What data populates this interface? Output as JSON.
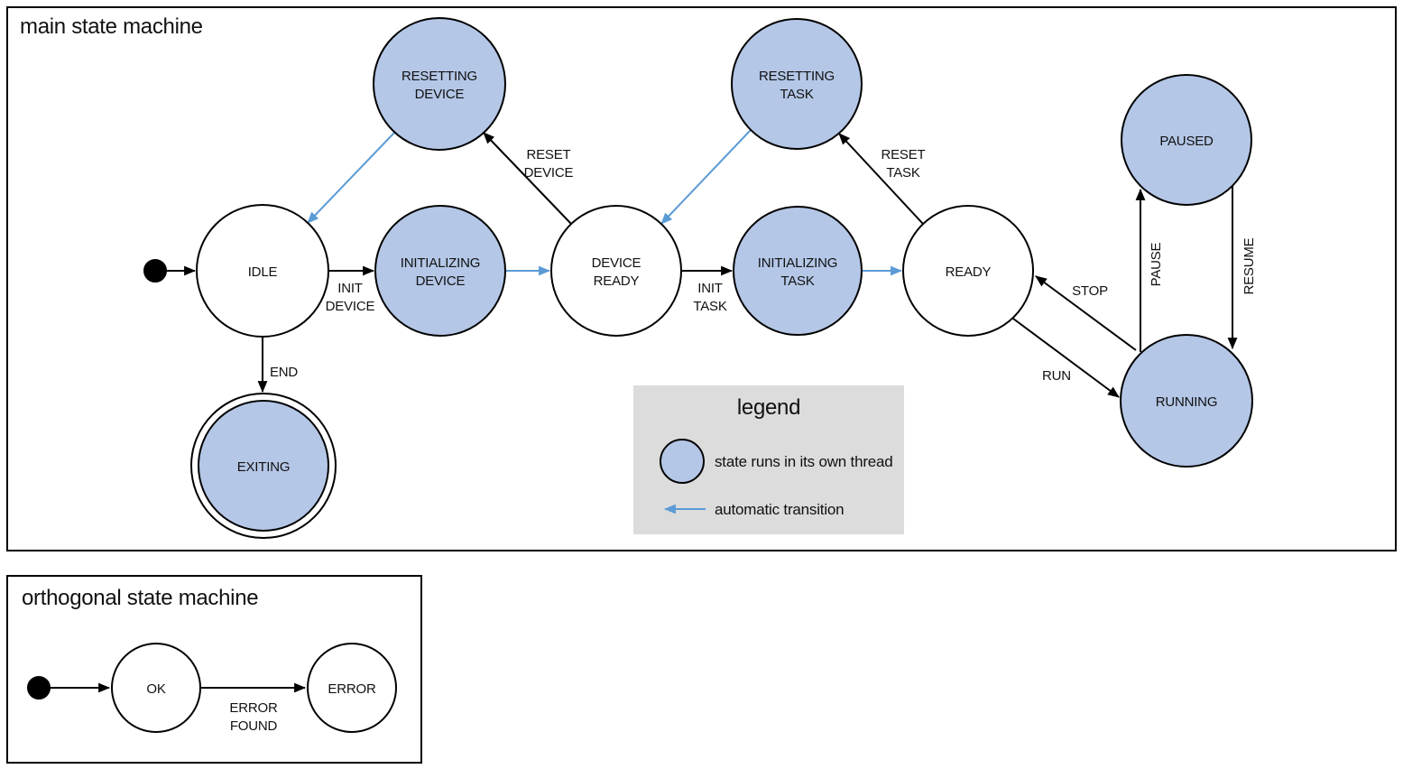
{
  "colors": {
    "thread_fill": "#b4c7e7",
    "auto_transition": "#5b9bd5",
    "legend_bg": "#dcdcdc"
  },
  "main": {
    "title": "main state machine",
    "states": {
      "idle": [
        "IDLE"
      ],
      "initializing_device": [
        "INITIALIZING",
        "DEVICE"
      ],
      "device_ready": [
        "DEVICE",
        "READY"
      ],
      "initializing_task": [
        "INITIALIZING",
        "TASK"
      ],
      "ready": [
        "READY"
      ],
      "resetting_device": [
        "RESETTING",
        "DEVICE"
      ],
      "resetting_task": [
        "RESETTING",
        "TASK"
      ],
      "paused": [
        "PAUSED"
      ],
      "running": [
        "RUNNING"
      ],
      "exiting": [
        "EXITING"
      ]
    },
    "transitions": {
      "init_device": [
        "INIT",
        "DEVICE"
      ],
      "reset_device": [
        "RESET",
        "DEVICE"
      ],
      "init_task": [
        "INIT",
        "TASK"
      ],
      "reset_task": [
        "RESET",
        "TASK"
      ],
      "end": [
        "END"
      ],
      "run": [
        "RUN"
      ],
      "stop": [
        "STOP"
      ],
      "pause": [
        "PAUSE"
      ],
      "resume": [
        "RESUME"
      ]
    }
  },
  "legend": {
    "title": "legend",
    "items": {
      "thread": "state runs in its own thread",
      "auto": "automatic transition"
    }
  },
  "orthogonal": {
    "title": "orthogonal state machine",
    "states": {
      "ok": [
        "OK"
      ],
      "error": [
        "ERROR"
      ]
    },
    "transitions": {
      "error_found": [
        "ERROR",
        "FOUND"
      ]
    }
  }
}
